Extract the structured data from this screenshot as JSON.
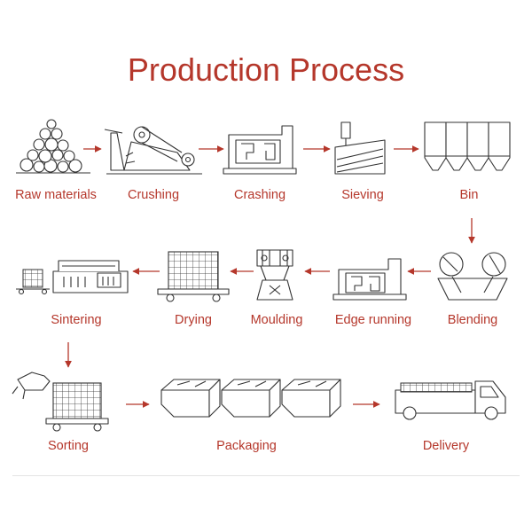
{
  "title": "Production Process",
  "colors": {
    "accent": "#b5372b",
    "line": "#333333",
    "rule": "#e4e4e4"
  },
  "steps": [
    {
      "label": "Raw materials",
      "icon": "raw-materials-icon"
    },
    {
      "label": "Crushing",
      "icon": "jaw-crusher-icon"
    },
    {
      "label": "Crashing",
      "icon": "crash-machine-icon"
    },
    {
      "label": "Sieving",
      "icon": "sieve-icon"
    },
    {
      "label": "Bin",
      "icon": "bin-silos-icon"
    },
    {
      "label": "Blending",
      "icon": "blending-icon"
    },
    {
      "label": "Edge running",
      "icon": "edge-runner-icon"
    },
    {
      "label": "Moulding",
      "icon": "press-machine-icon"
    },
    {
      "label": "Drying",
      "icon": "drying-cart-icon"
    },
    {
      "label": "Sintering",
      "icon": "kiln-icon"
    },
    {
      "label": "Sorting",
      "icon": "sorting-cart-icon"
    },
    {
      "label": "Packaging",
      "icon": "cartons-icon"
    },
    {
      "label": "Delivery",
      "icon": "truck-icon"
    }
  ]
}
